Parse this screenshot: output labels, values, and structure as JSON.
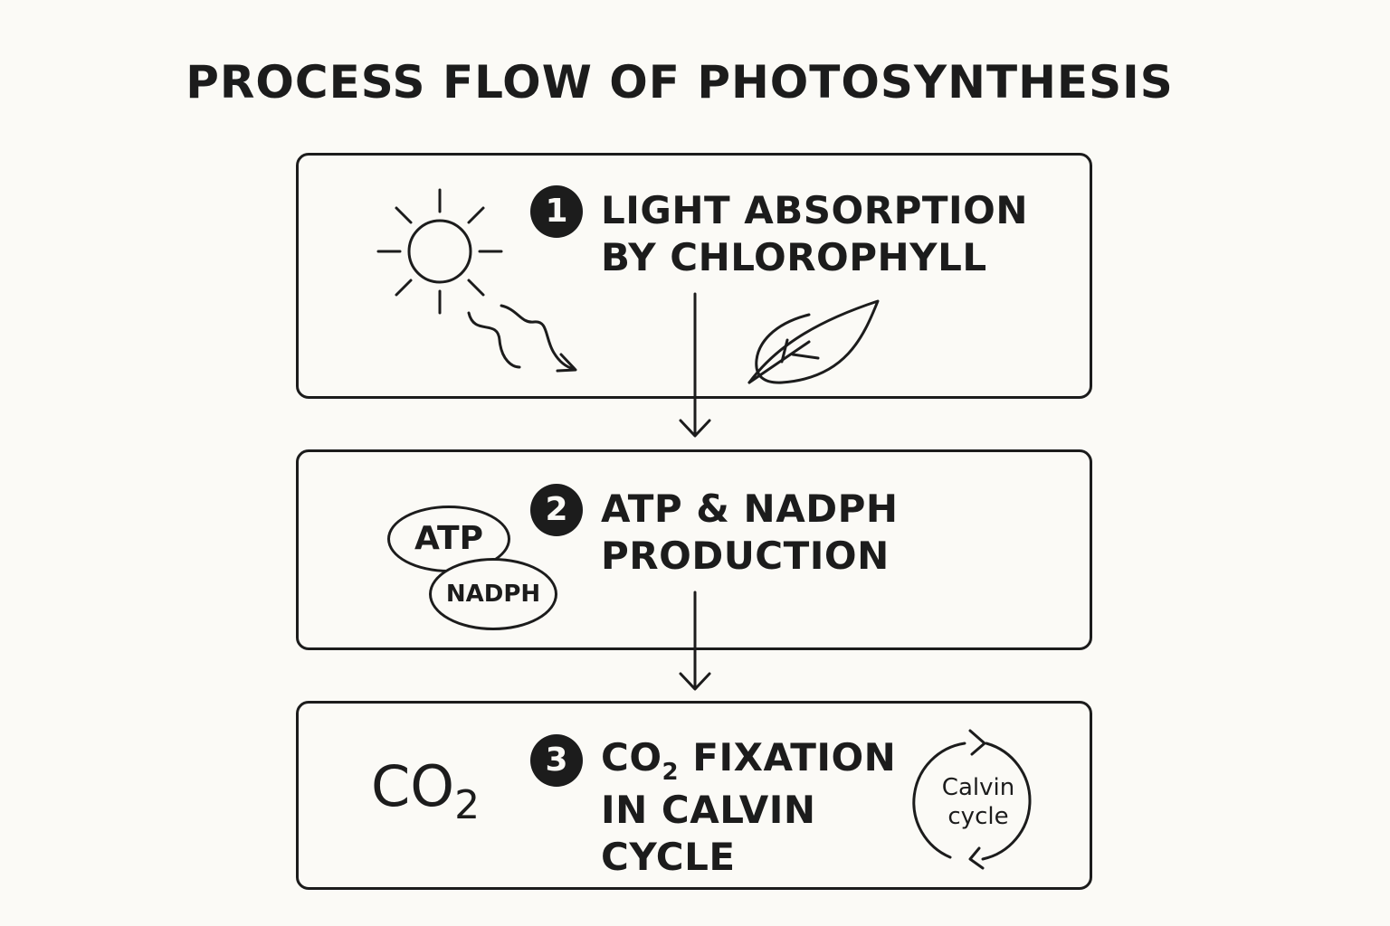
{
  "title": "PROCESS FLOW OF PHOTOSYNTHESIS",
  "steps": [
    {
      "number": "1",
      "title_lines": [
        "LIGHT ABSORPTION",
        "BY CHLOROPHYLL"
      ],
      "icons": [
        "sun-icon",
        "light-wave-icon",
        "leaf-icon"
      ]
    },
    {
      "number": "2",
      "title_lines": [
        "ATP & NADPH",
        "PRODUCTION"
      ],
      "labels": {
        "atp": "ATP",
        "nadph": "NADPH"
      }
    },
    {
      "number": "3",
      "title_prefix": "CO",
      "title_sub": "2",
      "title_rest": " FIXATION",
      "title_lines": [
        "IN CALVIN",
        "CYCLE"
      ],
      "co2": {
        "base": "CO",
        "sub": "2"
      },
      "cycle_label_lines": [
        "Calvin",
        "cycle"
      ]
    }
  ],
  "colors": {
    "ink": "#1c1c1c",
    "background": "#fbfaf6"
  }
}
